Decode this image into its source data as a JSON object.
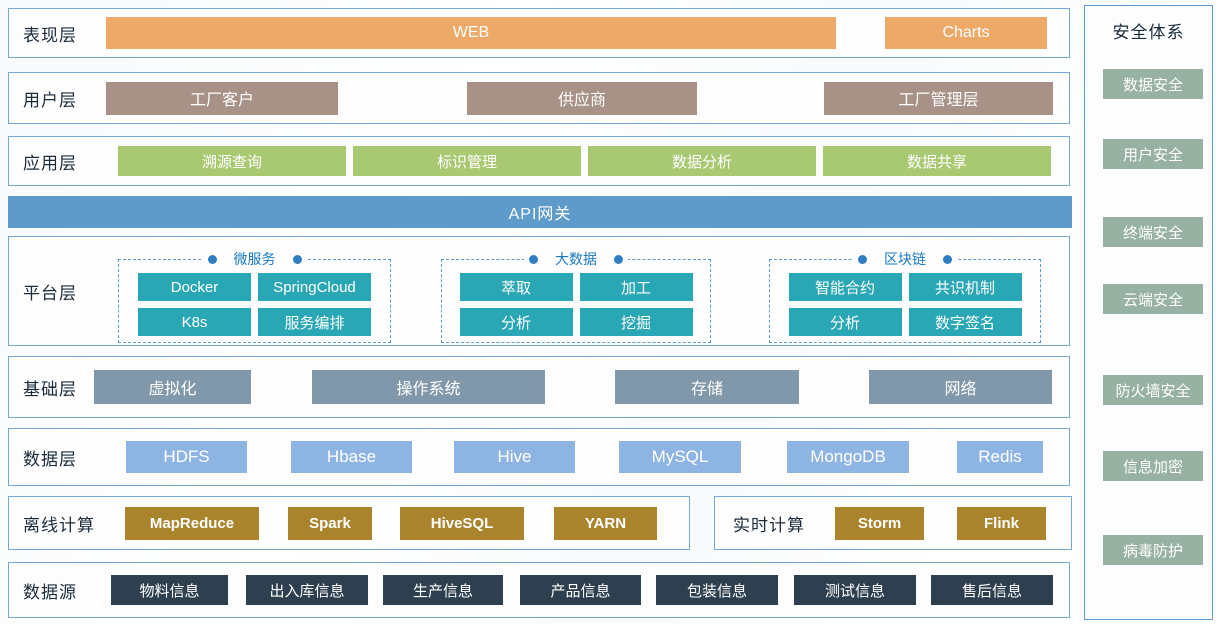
{
  "presentation": {
    "label": "表现层",
    "web": "WEB",
    "charts": "Charts"
  },
  "user": {
    "label": "用户层",
    "items": [
      "工厂客户",
      "供应商",
      "工厂管理层"
    ]
  },
  "application": {
    "label": "应用层",
    "items": [
      "溯源查询",
      "标识管理",
      "数据分析",
      "数据共享"
    ]
  },
  "api_gateway": {
    "label": "API网关"
  },
  "platform": {
    "label": "平台层",
    "groups": [
      {
        "title": "微服务",
        "items": [
          "Docker",
          "SpringCloud",
          "K8s",
          "服务编排"
        ]
      },
      {
        "title": "大数据",
        "items": [
          "萃取",
          "加工",
          "分析",
          "挖掘"
        ]
      },
      {
        "title": "区块链",
        "items": [
          "智能合约",
          "共识机制",
          "分析",
          "数字签名"
        ]
      }
    ]
  },
  "infrastructure": {
    "label": "基础层",
    "items": [
      "虚拟化",
      "操作系统",
      "存储",
      "网络"
    ]
  },
  "data_layer": {
    "label": "数据层",
    "items": [
      "HDFS",
      "Hbase",
      "Hive",
      "MySQL",
      "MongoDB",
      "Redis"
    ]
  },
  "offline_compute": {
    "label": "离线计算",
    "items": [
      "MapReduce",
      "Spark",
      "HiveSQL",
      "YARN"
    ]
  },
  "realtime_compute": {
    "label": "实时计算",
    "items": [
      "Storm",
      "Flink"
    ]
  },
  "data_source": {
    "label": "数据源",
    "items": [
      "物料信息",
      "出入库信息",
      "生产信息",
      "产品信息",
      "包装信息",
      "测试信息",
      "售后信息"
    ]
  },
  "security": {
    "title": "安全体系",
    "items": [
      "数据安全",
      "用户安全",
      "终端安全",
      "云端安全",
      "防火墙安全",
      "信息加密",
      "病毒防护"
    ]
  },
  "colors": {
    "presentation_item": "#eca968",
    "user_item": "#a89186",
    "application_item": "#a8c871",
    "api_gateway_bar": "#5e9bcb",
    "platform_item": "#2aa7b5",
    "platform_group_accent": "#2f7ec1",
    "infrastructure_item": "#8098a9",
    "data_layer_item": "#8eb4e3",
    "compute_item": "#a9842c",
    "data_source_item": "#2e4050",
    "security_item": "#97b1a3",
    "box_border": "#74a9d8",
    "label_text": "#1b2b3a"
  }
}
